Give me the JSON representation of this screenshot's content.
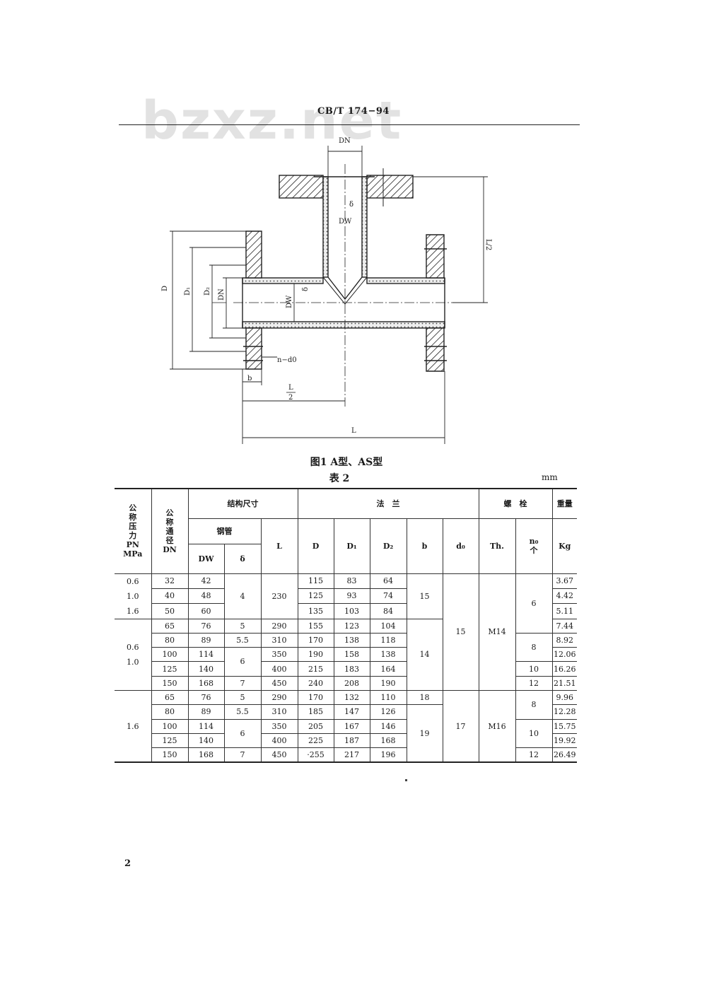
{
  "header": {
    "standard_code": "CB/T 174−94",
    "watermark": "bzxz.net"
  },
  "figure": {
    "labels": {
      "dn_top": "DN",
      "delta_top": "δ",
      "dw_top": "DW",
      "half_l_right": "L/2",
      "d": "D",
      "d1": "D₁",
      "d2": "D₂",
      "dn_left": "DN",
      "dw_mid": "DW",
      "delta_mid": "δ",
      "n_d0": "n−d0",
      "b": "b",
      "half_l_num": "L",
      "half_l_den": "2",
      "l": "L"
    },
    "caption": "图1  A型、AS型"
  },
  "table": {
    "title": "表 2",
    "unit": "mm",
    "headers": {
      "pressure": "公称压力PN MPa",
      "pressure_lines": [
        "公",
        "称",
        "压",
        "力",
        "PN",
        "MPa"
      ],
      "diameter_lines": [
        "公",
        "称",
        "通",
        "径",
        "DN"
      ],
      "structure": "结构尺寸",
      "pipe": "钢管",
      "dw": "DW",
      "delta": "δ",
      "l": "L",
      "flange": "法　兰",
      "d": "D",
      "d1": "D₁",
      "d2": "D₂",
      "b": "b",
      "d0": "d₀",
      "bolt": "螺　栓",
      "th": "Th.",
      "n0_lines": [
        "n₀",
        "个"
      ],
      "weight": "重量",
      "kg": "Kg"
    },
    "pressure_group1": [
      "0.6",
      "1.0",
      "1.6"
    ],
    "pressure_group2": [
      "0.6",
      "1.0"
    ],
    "pressure_group3": "1.6",
    "rows": [
      {
        "dn": "32",
        "dw": "42",
        "d": "115",
        "d1": "83",
        "d2": "64",
        "kg": "3.67"
      },
      {
        "dn": "40",
        "dw": "48",
        "d": "125",
        "d1": "93",
        "d2": "74",
        "kg": "4.42"
      },
      {
        "dn": "50",
        "dw": "60",
        "d": "135",
        "d1": "103",
        "d2": "84",
        "kg": "5.11"
      },
      {
        "dn": "65",
        "dw": "76",
        "delta": "5",
        "l": "290",
        "d": "155",
        "d1": "123",
        "d2": "104",
        "kg": "7.44"
      },
      {
        "dn": "80",
        "dw": "89",
        "delta": "5.5",
        "l": "310",
        "d": "170",
        "d1": "138",
        "d2": "118",
        "kg": "8.92"
      },
      {
        "dn": "100",
        "dw": "114",
        "l": "350",
        "d": "190",
        "d1": "158",
        "d2": "138",
        "kg": "12.06"
      },
      {
        "dn": "125",
        "dw": "140",
        "l": "400",
        "d": "215",
        "d1": "183",
        "d2": "164",
        "n0": "10",
        "kg": "16.26"
      },
      {
        "dn": "150",
        "dw": "168",
        "delta": "7",
        "l": "450",
        "d": "240",
        "d1": "208",
        "d2": "190",
        "n0": "12",
        "kg": "21.51"
      },
      {
        "dn": "65",
        "dw": "76",
        "delta": "5",
        "l": "290",
        "d": "170",
        "d1": "132",
        "d2": "110",
        "b": "18",
        "kg": "9.96"
      },
      {
        "dn": "80",
        "dw": "89",
        "delta": "5.5",
        "l": "310",
        "d": "185",
        "d1": "147",
        "d2": "126",
        "kg": "12.28"
      },
      {
        "dn": "100",
        "dw": "114",
        "l": "350",
        "d": "205",
        "d1": "167",
        "d2": "146",
        "kg": "15.75"
      },
      {
        "dn": "125",
        "dw": "140",
        "l": "400",
        "d": "225",
        "d1": "187",
        "d2": "168",
        "kg": "19.92"
      },
      {
        "dn": "150",
        "dw": "168",
        "delta": "7",
        "l": "450",
        "d": "·255",
        "d1": "217",
        "d2": "196",
        "n0": "12",
        "kg": "26.49"
      }
    ],
    "merged": {
      "delta_a": "4",
      "l_a": "230",
      "b_a": "15",
      "n0_a": "6",
      "b_b": "14",
      "n0_b": "8",
      "delta_b": "6",
      "d0_ab": "15",
      "th_ab": "M14",
      "n0_c": "8",
      "delta_c": "6",
      "b_c": "19",
      "d0_c": "17",
      "th_c": "M16",
      "n0_d": "10"
    }
  },
  "page_number": "2"
}
